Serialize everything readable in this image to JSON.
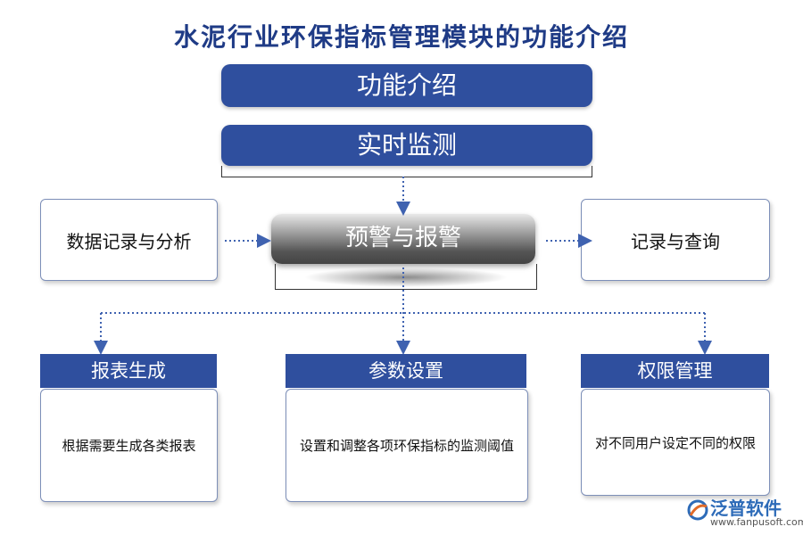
{
  "title": "水泥行业环保指标管理模块的功能介绍",
  "nodes": {
    "intro": "功能介绍",
    "monitor": "实时监测",
    "alarm": "预警与报警",
    "data_analysis": "数据记录与分析",
    "record_query": "记录与查询"
  },
  "cards": [
    {
      "header": "报表生成",
      "body": "根据需要生成各类报表"
    },
    {
      "header": "参数设置",
      "body": "设置和调整各项环保指标的监测阈值"
    },
    {
      "header": "权限管理",
      "body": "对不同用户设定不同的权限"
    }
  ],
  "logo": {
    "name": "泛普软件",
    "url": "www.fanpusoft.com"
  },
  "colors": {
    "primary": "#2f4f9e",
    "connector": "#3f62b0"
  }
}
